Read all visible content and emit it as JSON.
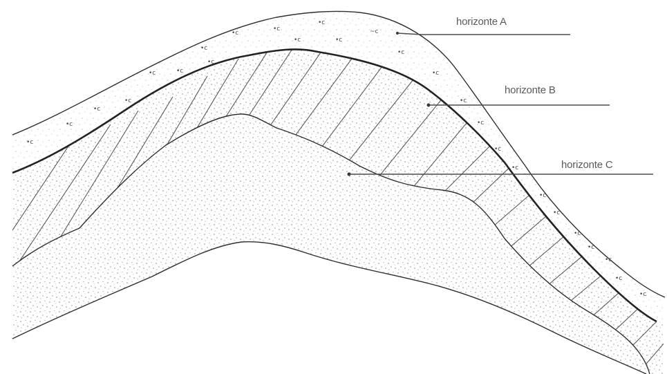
{
  "labels": {
    "horizon_a": "horizonte A",
    "horizon_b": "horizonte B",
    "horizon_c": "horizonte C"
  },
  "colors": {
    "line": "#2e2e2e",
    "label_text": "#5a5a5a",
    "background": "#ffffff"
  }
}
